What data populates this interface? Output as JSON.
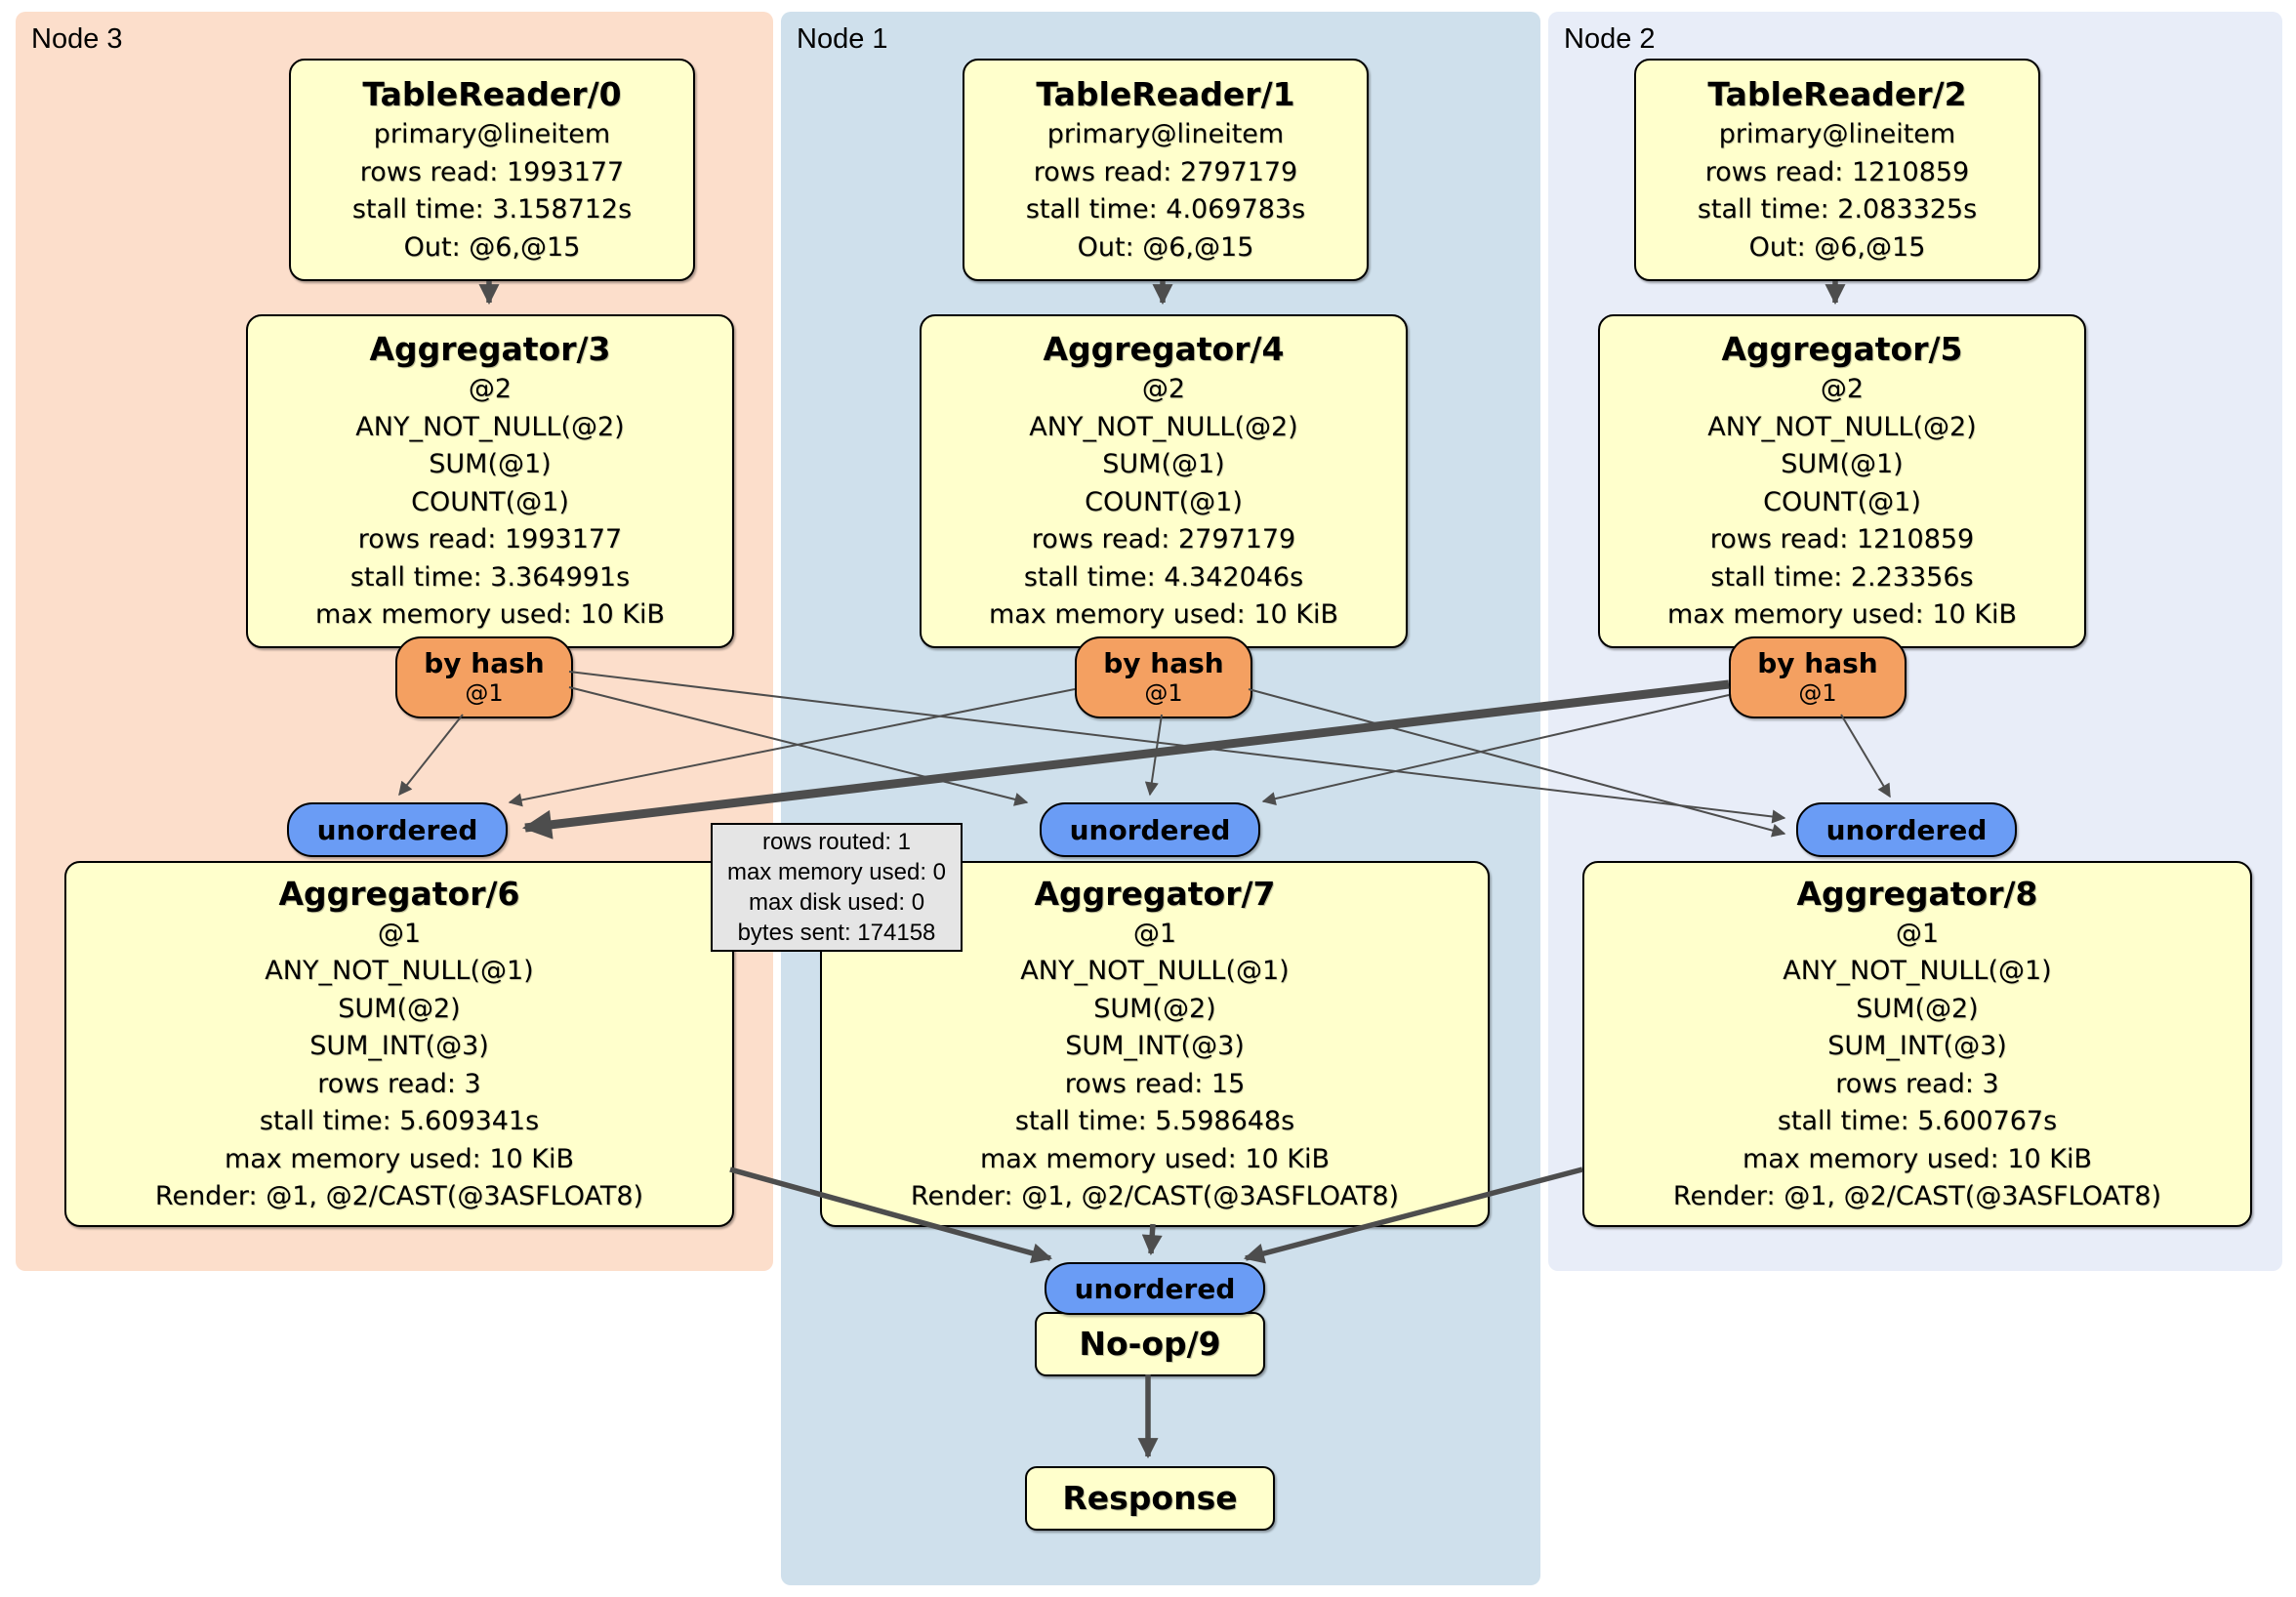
{
  "regions": {
    "node3": {
      "label": "Node 3"
    },
    "node1": {
      "label": "Node 1"
    },
    "node2": {
      "label": "Node 2"
    }
  },
  "router": {
    "label": "by hash",
    "sub": "@1"
  },
  "sync": {
    "label": "unordered"
  },
  "processors": {
    "tr0": {
      "title": "TableReader/0",
      "lines": [
        "primary@lineitem",
        "rows read: 1993177",
        "stall time: 3.158712s",
        "Out: @6,@15"
      ]
    },
    "tr1": {
      "title": "TableReader/1",
      "lines": [
        "primary@lineitem",
        "rows read: 2797179",
        "stall time: 4.069783s",
        "Out: @6,@15"
      ]
    },
    "tr2": {
      "title": "TableReader/2",
      "lines": [
        "primary@lineitem",
        "rows read: 1210859",
        "stall time: 2.083325s",
        "Out: @6,@15"
      ]
    },
    "agg3": {
      "title": "Aggregator/3",
      "lines": [
        "@2",
        "ANY_NOT_NULL(@2)",
        "SUM(@1)",
        "COUNT(@1)",
        "rows read: 1993177",
        "stall time: 3.364991s",
        "max memory used: 10 KiB"
      ]
    },
    "agg4": {
      "title": "Aggregator/4",
      "lines": [
        "@2",
        "ANY_NOT_NULL(@2)",
        "SUM(@1)",
        "COUNT(@1)",
        "rows read: 2797179",
        "stall time: 4.342046s",
        "max memory used: 10 KiB"
      ]
    },
    "agg5": {
      "title": "Aggregator/5",
      "lines": [
        "@2",
        "ANY_NOT_NULL(@2)",
        "SUM(@1)",
        "COUNT(@1)",
        "rows read: 1210859",
        "stall time: 2.23356s",
        "max memory used: 10 KiB"
      ]
    },
    "agg6": {
      "title": "Aggregator/6",
      "lines": [
        "@1",
        "ANY_NOT_NULL(@1)",
        "SUM(@2)",
        "SUM_INT(@3)",
        "rows read: 3",
        "stall time: 5.609341s",
        "max memory used: 10 KiB",
        "Render: @1, @2/CAST(@3ASFLOAT8)"
      ]
    },
    "agg7": {
      "title": "Aggregator/7",
      "lines": [
        "@1",
        "ANY_NOT_NULL(@1)",
        "SUM(@2)",
        "SUM_INT(@3)",
        "rows read: 15",
        "stall time: 5.598648s",
        "max memory used: 10 KiB",
        "Render: @1, @2/CAST(@3ASFLOAT8)"
      ]
    },
    "agg8": {
      "title": "Aggregator/8",
      "lines": [
        "@1",
        "ANY_NOT_NULL(@1)",
        "SUM(@2)",
        "SUM_INT(@3)",
        "rows read: 3",
        "stall time: 5.600767s",
        "max memory used: 10 KiB",
        "Render: @1, @2/CAST(@3ASFLOAT8)"
      ]
    },
    "noop9": {
      "title": "No-op/9"
    },
    "response": {
      "title": "Response"
    }
  },
  "tooltip": {
    "lines": [
      "rows routed: 1",
      "max memory used: 0",
      "max disk used: 0",
      "bytes sent: 174158"
    ]
  },
  "colors": {
    "node3-bg": "#fcdecb",
    "node1-bg": "#cfe0ec",
    "node2-bg": "#e8edf8",
    "box-fill": "#ffffcc",
    "box-border": "#000000",
    "router-fill": "#f4a061",
    "sync-fill": "#6a9cf5",
    "tooltip-fill": "#e5e5e5",
    "edge": "#4d4d4d"
  }
}
